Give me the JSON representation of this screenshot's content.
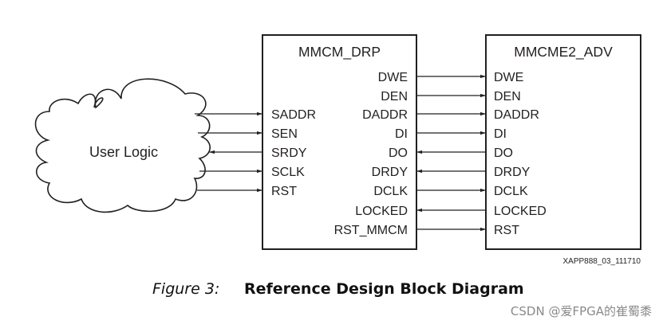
{
  "diagram": {
    "user_logic": {
      "label": "User Logic"
    },
    "blocks": [
      {
        "title": "MMCM_DRP",
        "left_ports": [
          "SADDR",
          "SEN",
          "SRDY",
          "SCLK",
          "RST"
        ],
        "right_ports": [
          "DWE",
          "DEN",
          "DADDR",
          "DI",
          "DO",
          "DRDY",
          "DCLK",
          "LOCKED",
          "RST_MMCM"
        ]
      },
      {
        "title": "MMCME2_ADV",
        "left_ports": [
          "DWE",
          "DEN",
          "DADDR",
          "DI",
          "DO",
          "DRDY",
          "DCLK",
          "LOCKED",
          "RST"
        ]
      }
    ],
    "user_to_drp_connections": [
      {
        "signal": "SADDR",
        "direction": "to-drp"
      },
      {
        "signal": "SEN",
        "direction": "to-drp"
      },
      {
        "signal": "SRDY",
        "direction": "to-user"
      },
      {
        "signal": "SCLK",
        "direction": "to-drp"
      },
      {
        "signal": "RST",
        "direction": "to-drp"
      }
    ],
    "drp_to_mmcm_connections": [
      {
        "from": "DWE",
        "to": "DWE",
        "direction": "to-mmcm"
      },
      {
        "from": "DEN",
        "to": "DEN",
        "direction": "to-mmcm"
      },
      {
        "from": "DADDR",
        "to": "DADDR",
        "direction": "to-mmcm"
      },
      {
        "from": "DI",
        "to": "DI",
        "direction": "to-mmcm"
      },
      {
        "from": "DO",
        "to": "DO",
        "direction": "to-drp"
      },
      {
        "from": "DRDY",
        "to": "DRDY",
        "direction": "to-drp"
      },
      {
        "from": "DCLK",
        "to": "DCLK",
        "direction": "to-mmcm"
      },
      {
        "from": "LOCKED",
        "to": "LOCKED",
        "direction": "to-drp"
      },
      {
        "from": "RST_MMCM",
        "to": "RST",
        "direction": "to-mmcm"
      }
    ],
    "figure_code": "XAPP888_03_111710"
  },
  "caption": {
    "number": "Figure 3:",
    "title": "Reference Design Block Diagram"
  },
  "watermark": "CSDN @爱FPGA的崔蜀黍"
}
